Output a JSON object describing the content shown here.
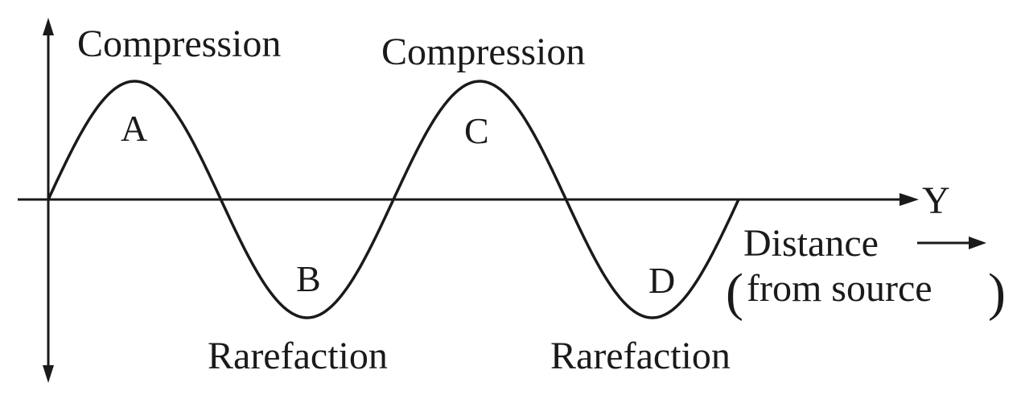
{
  "labels": {
    "compression_1": "Compression",
    "compression_2": "Compression",
    "rarefaction_1": "Rarefaction",
    "rarefaction_2": "Rarefaction",
    "point_a": "A",
    "point_b": "B",
    "point_c": "C",
    "point_d": "D",
    "axis_y": "Y",
    "distance": "Distance",
    "from_source": "from source",
    "paren_open": "(",
    "paren_close": ")"
  },
  "colors": {
    "stroke": "#1a1a1a"
  }
}
